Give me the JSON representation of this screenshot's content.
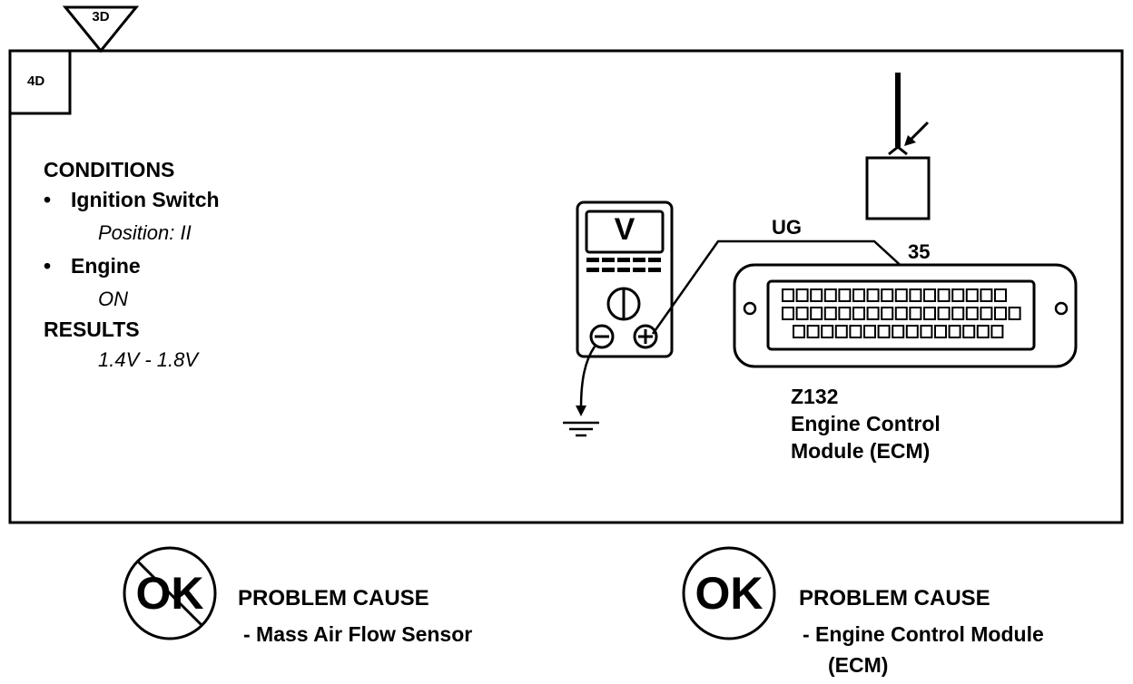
{
  "step_tag_from": "3D",
  "step_tag": "4D",
  "conditions": {
    "heading": "CONDITIONS",
    "items": [
      {
        "bullet": "•",
        "label": "Ignition Switch",
        "value": "Position: II"
      },
      {
        "bullet": "•",
        "label": "Engine",
        "value": "ON"
      }
    ]
  },
  "results": {
    "heading": "RESULTS",
    "value": "1.4V - 1.8V"
  },
  "meter": {
    "display": "V"
  },
  "wire": {
    "color_code": "UG",
    "pin": "35"
  },
  "ecm": {
    "code": "Z132",
    "name_line1": "Engine Control",
    "name_line2": "Module (ECM)"
  },
  "outcome_not_ok": {
    "symbol": "OK",
    "heading": "PROBLEM CAUSE",
    "cause_line1": "-  Mass Air Flow Sensor"
  },
  "outcome_ok": {
    "symbol": "OK",
    "heading": "PROBLEM CAUSE",
    "cause_line1": "-  Engine Control Module",
    "cause_line2": "(ECM)"
  }
}
